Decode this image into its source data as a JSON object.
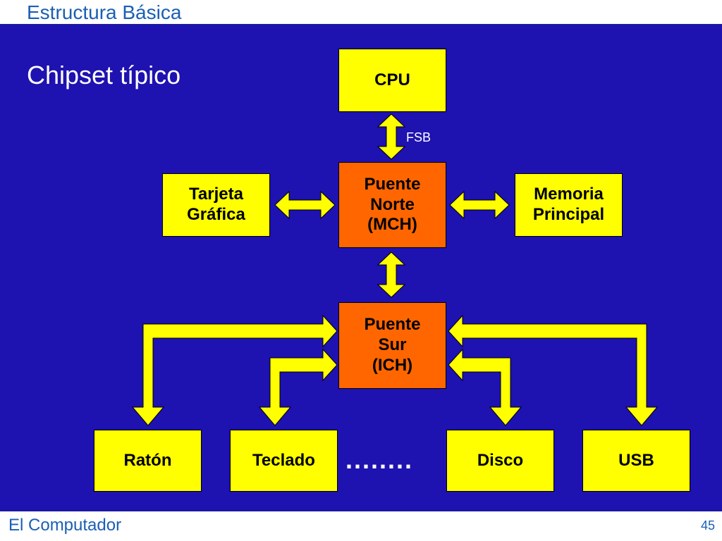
{
  "header": {
    "title": "Estructura Básica"
  },
  "slide": {
    "subtitle": "Chipset típico"
  },
  "nodes": {
    "cpu": "CPU",
    "north_bridge": "Puente\nNorte\n(MCH)",
    "graphics": "Tarjeta\nGráfica",
    "memory": "Memoria\nPrincipal",
    "south_bridge": "Puente\nSur\n(ICH)",
    "mouse": "Ratón",
    "keyboard": "Teclado",
    "disk": "Disco",
    "usb": "USB"
  },
  "labels": {
    "fsb": "FSB",
    "ellipsis": "........"
  },
  "footer": {
    "title": "El Computador",
    "page": "45"
  },
  "colors": {
    "background": "#1e12b0",
    "box_yellow": "#ffff00",
    "box_orange": "#ff6600",
    "arrow": "#ffff00",
    "header_text": "#1a5fb4"
  }
}
